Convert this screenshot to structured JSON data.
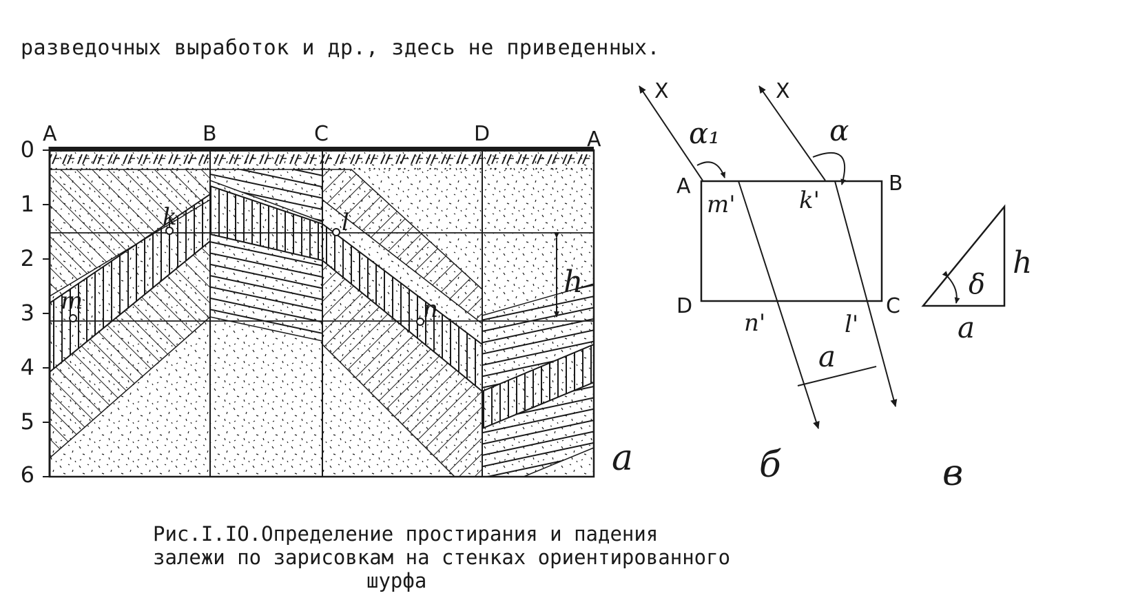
{
  "text": {
    "intro_line": "разведочных выработок и др., здесь не приведенных."
  },
  "figure": {
    "panel_a": {
      "wall_labels": [
        "A",
        "B",
        "C",
        "D",
        "A"
      ],
      "depth_ticks": [
        "0",
        "1",
        "2",
        "3",
        "4",
        "5",
        "6"
      ],
      "points": [
        "k",
        "l",
        "m",
        "n"
      ],
      "dimension_label": "h",
      "panel_letter": "а"
    },
    "panel_b": {
      "corner_labels": [
        "A",
        "B",
        "C",
        "D"
      ],
      "inner_labels": [
        "m'",
        "k'",
        "n'",
        "l'"
      ],
      "arrow_labels": [
        "X",
        "X"
      ],
      "angle_labels": [
        "α₁",
        "α"
      ],
      "distance_label": "a",
      "panel_letter": "б"
    },
    "panel_c": {
      "angle_label": "δ",
      "side_h": "h",
      "side_a": "a",
      "panel_letter": "в"
    }
  },
  "caption": {
    "line1": "Рис.I.IO.Определение простирания и падения",
    "line2": "залежи по зарисовкам на стенках ориентированного",
    "line3": "шурфа"
  },
  "colors": {
    "ink": "#1a1a1a",
    "paper": "#ffffff"
  }
}
